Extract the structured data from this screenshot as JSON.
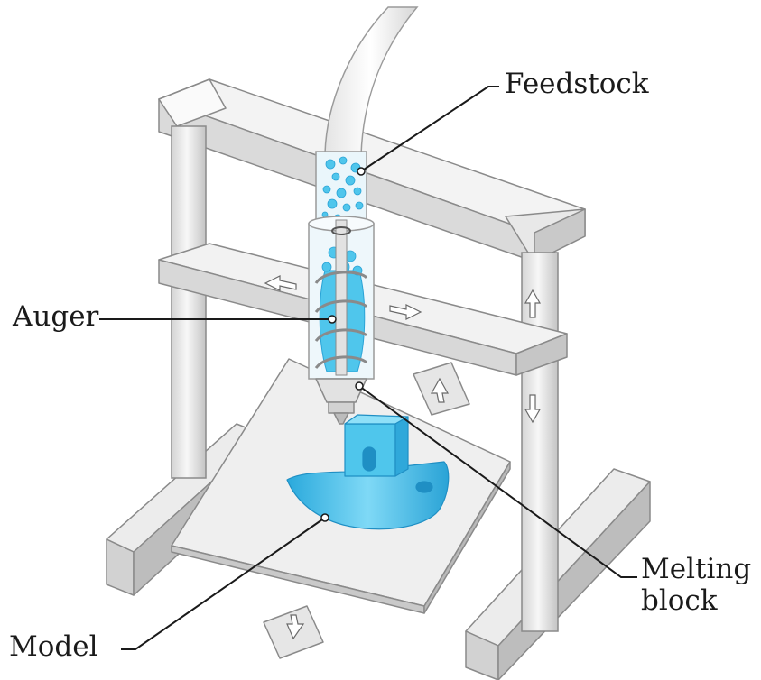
{
  "labels": {
    "feedstock": "Feedstock",
    "auger": "Auger",
    "melting_line1": "Melting",
    "melting_line2": "block",
    "model": "Model"
  },
  "colors": {
    "frame_light": "#f2f2f2",
    "frame_mid": "#d9d9d9",
    "frame_dark": "#b8b8b8",
    "outline": "#8a8a8a",
    "pellet_blue": "#4fc6ec",
    "model_blue": "#43bfef",
    "leader_line": "#1a1a1a"
  }
}
